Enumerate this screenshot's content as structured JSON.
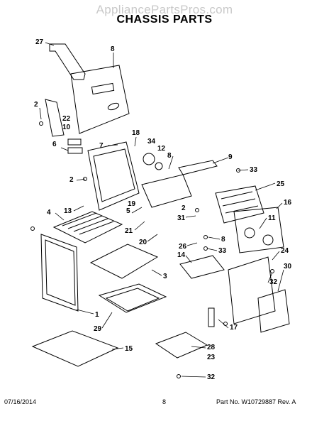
{
  "watermark": "AppliancePartsPros.com",
  "title": "CHASSIS PARTS",
  "footer": {
    "date": "07/16/2014",
    "page": "8",
    "part_number": "Part No. W10729887  Rev. A"
  },
  "callouts": [
    "27",
    "8",
    "2",
    "22",
    "10",
    "6",
    "7",
    "18",
    "34",
    "12",
    "8",
    "9",
    "33",
    "2",
    "25",
    "13",
    "19",
    "5",
    "16",
    "2",
    "4",
    "31",
    "11",
    "21",
    "8",
    "20",
    "26",
    "33",
    "14",
    "24",
    "3",
    "30",
    "32",
    "1",
    "29",
    "17",
    "15",
    "28",
    "23",
    "32"
  ]
}
